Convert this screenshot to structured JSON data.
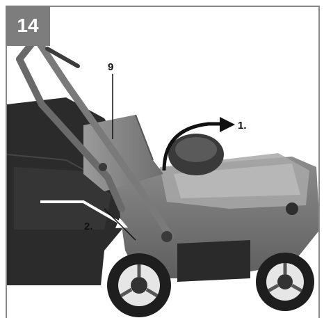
{
  "figure": {
    "step_number": "14",
    "callouts": {
      "part_number": "9",
      "step_1": "1.",
      "step_2": "2."
    }
  },
  "colors": {
    "badge": "#7d7d7d",
    "frame": "#8a8a8a",
    "grass_bag": "#2b2b2b",
    "mower_body": "#6f6f6f",
    "arrow": "#111111"
  }
}
